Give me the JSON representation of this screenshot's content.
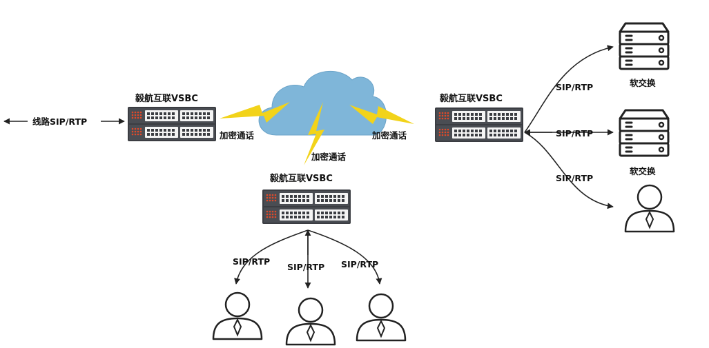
{
  "colors": {
    "cloud_fill": "#7fb6d9",
    "cloud_stroke": "#6aa3c8",
    "lightning": "#f2d31a",
    "switch_body": "#3b3d42",
    "switch_panel": "#55585e",
    "port_fill": "#f4f4f4",
    "indicator": "#e04a2a",
    "line": "#222222"
  },
  "devices": {
    "left_vsbc": {
      "label": "毅航互联VSBC"
    },
    "right_vsbc": {
      "label": "毅航互联VSBC"
    },
    "bottom_vsbc": {
      "label": "毅航互联VSBC"
    }
  },
  "links": {
    "line_left": "线路SIP/RTP",
    "right_top": "SIP/RTP",
    "right_mid": "SIP/RTP",
    "right_bottom": "SIP/RTP",
    "bottom_left": "SIP/RTP",
    "bottom_mid": "SIP/RTP",
    "bottom_right": "SIP/RTP"
  },
  "cloud": {
    "encrypted_left": "加密通话",
    "encrypted_right": "加密通话",
    "encrypted_bottom": "加密通话"
  },
  "endpoints": {
    "softswitch_top": "软交换",
    "softswitch_mid": "软交换"
  },
  "icons": [
    "cloud-icon",
    "lightning-icon",
    "switch-icon",
    "server-icon",
    "user-icon",
    "arrow-icon"
  ]
}
